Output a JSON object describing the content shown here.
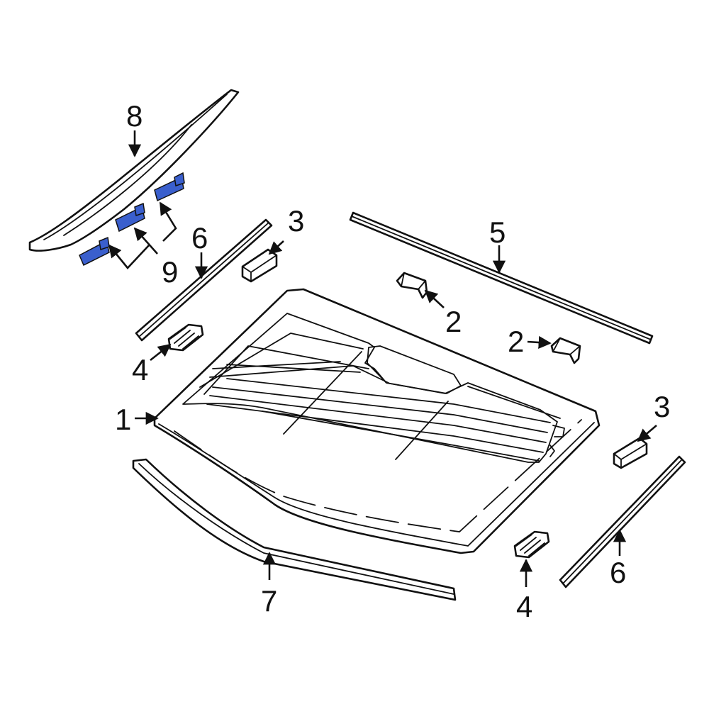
{
  "colors": {
    "outline": "#111111",
    "highlight": "#3a5fcd",
    "background": "#ffffff"
  },
  "callouts": {
    "c1": "1",
    "c2a": "2",
    "c2b": "2",
    "c3a": "3",
    "c3b": "3",
    "c4a": "4",
    "c4b": "4",
    "c5": "5",
    "c6a": "6",
    "c6b": "6",
    "c7": "7",
    "c8": "8",
    "c9": "9"
  }
}
